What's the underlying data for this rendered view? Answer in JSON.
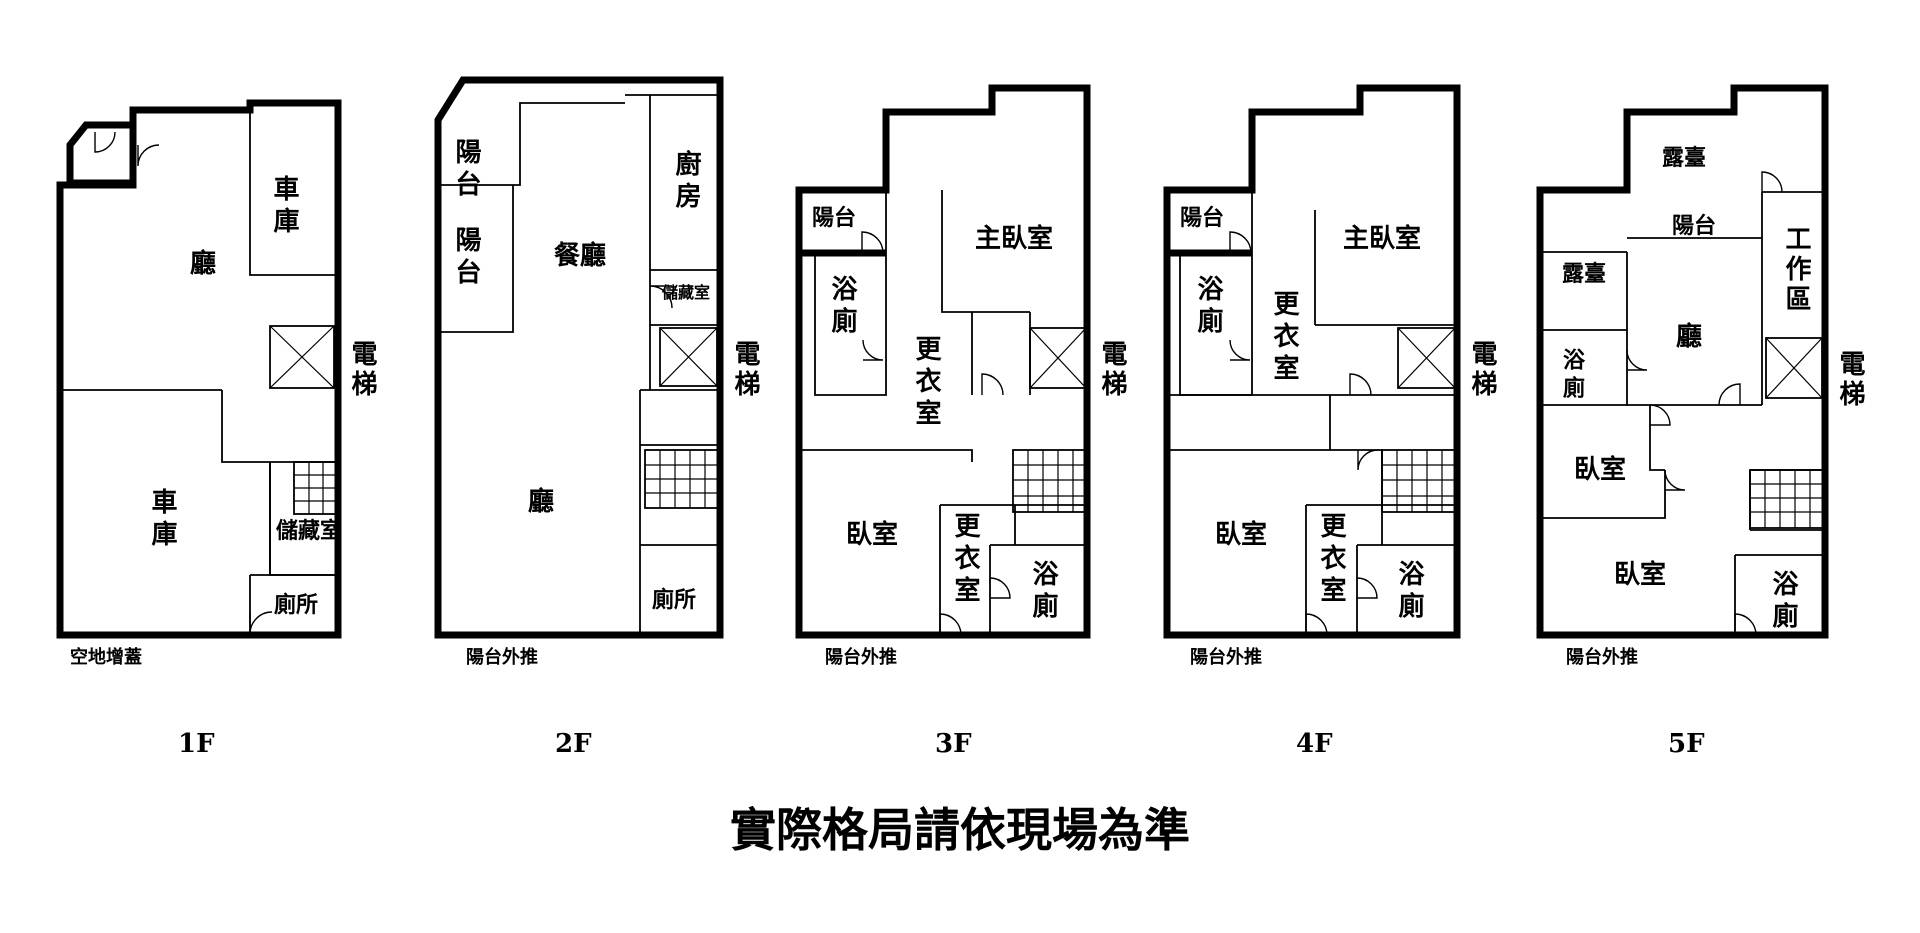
{
  "floors": {
    "f1": {
      "level": "1F",
      "note": "空地增蓋",
      "rooms": {
        "hall": "廳",
        "garage_top": "車庫",
        "garage_bottom": "車庫",
        "storage": "儲藏室",
        "toilet": "廁所",
        "elevator": "電梯"
      }
    },
    "f2": {
      "level": "2F",
      "note": "陽台外推",
      "rooms": {
        "balcony_a": "陽台",
        "balcony_b": "陽台",
        "dining": "餐廳",
        "kitchen": "廚房",
        "storage": "儲藏室",
        "hall": "廳",
        "toilet": "廁所",
        "elevator": "電梯"
      }
    },
    "f3": {
      "level": "3F",
      "note": "陽台外推",
      "rooms": {
        "balcony": "陽台",
        "bath_a": "浴廁",
        "master": "主臥室",
        "closet_a": "更衣室",
        "bedroom": "臥室",
        "closet_b": "更衣室",
        "bath_b": "浴廁",
        "elevator": "電梯"
      }
    },
    "f4": {
      "level": "4F",
      "note": "陽台外推",
      "rooms": {
        "balcony": "陽台",
        "bath_a": "浴廁",
        "master": "主臥室",
        "closet_a": "更衣室",
        "bedroom": "臥室",
        "closet_b": "更衣室",
        "bath_b": "浴廁",
        "elevator": "電梯"
      }
    },
    "f5": {
      "level": "5F",
      "note": "陽台外推",
      "rooms": {
        "terrace_top": "露臺",
        "terrace_left": "露臺",
        "balcony": "陽台",
        "work": "工作區",
        "hall": "廳",
        "bath_a": "浴廁",
        "bedroom_a": "臥室",
        "bedroom_b": "臥室",
        "bath_b": "浴廁",
        "elevator": "電梯"
      }
    }
  },
  "footer": {
    "disclaimer": "實際格局請依現場為準"
  }
}
